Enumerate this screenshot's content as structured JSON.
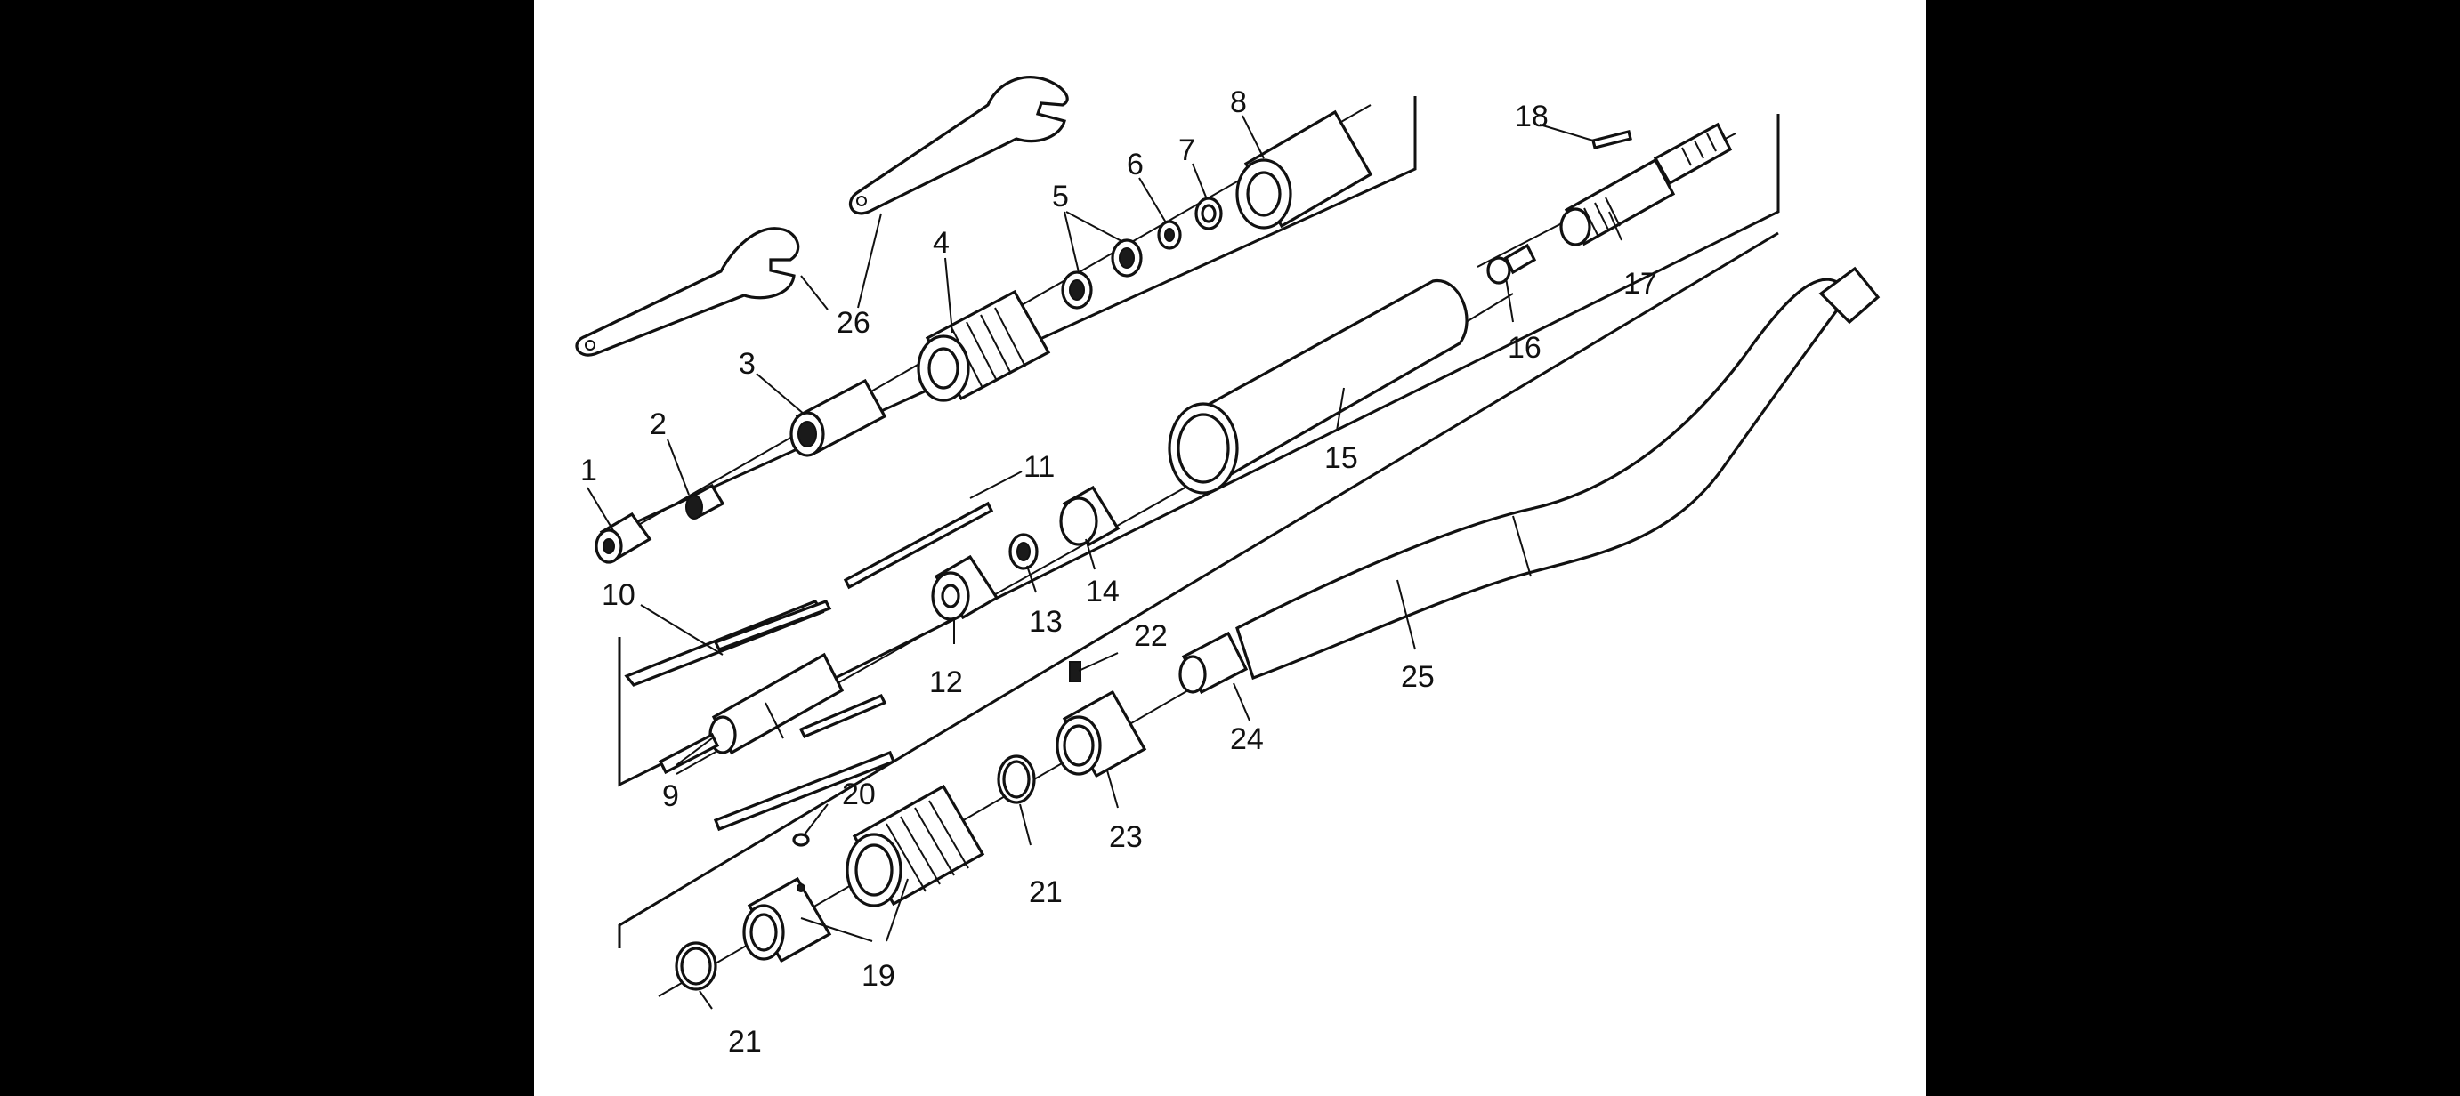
{
  "colors": {
    "background": "#000000",
    "paper": "#ffffff",
    "ink": "#111111"
  },
  "labels": {
    "l1": "1",
    "l2": "2",
    "l3": "3",
    "l4": "4",
    "l5": "5",
    "l6": "6",
    "l7": "7",
    "l8": "8",
    "l9": "9",
    "l10": "10",
    "l11": "11",
    "l12": "12",
    "l13": "13",
    "l14": "14",
    "l15": "15",
    "l16": "16",
    "l17": "17",
    "l18": "18",
    "l19": "19",
    "l20": "20",
    "l21a": "21",
    "l21b": "21",
    "l22": "22",
    "l23": "23",
    "l24": "24",
    "l25": "25",
    "l26": "26"
  }
}
